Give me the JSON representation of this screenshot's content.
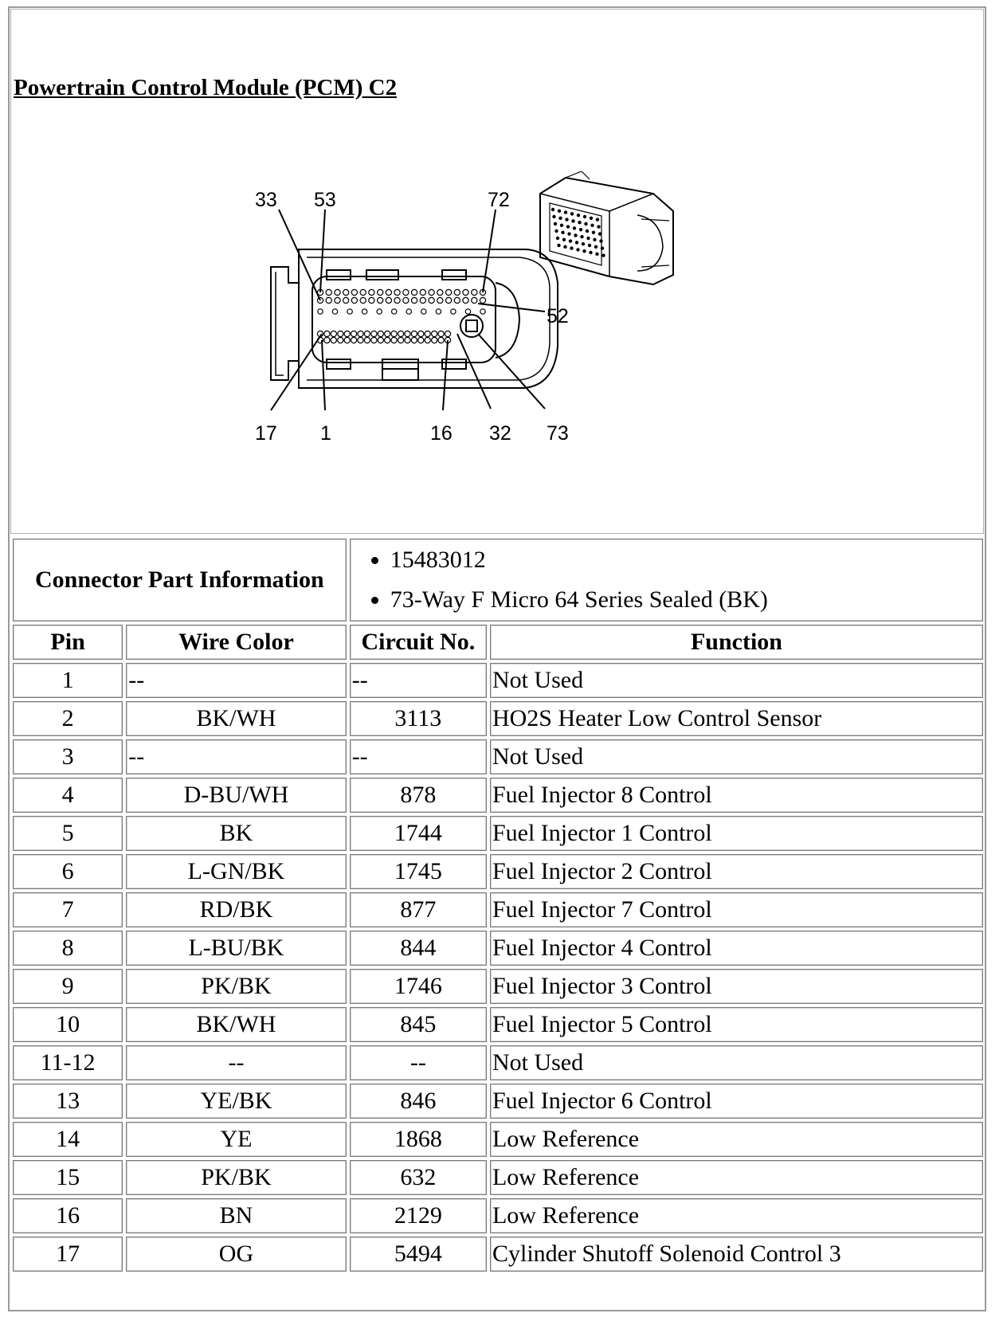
{
  "title": "Powertrain Control Module (PCM) C2",
  "diagram": {
    "callouts_top": [
      "33",
      "53",
      "72"
    ],
    "callout_right": "52",
    "callouts_bottom": [
      "17",
      "1",
      "16",
      "32",
      "73"
    ]
  },
  "connector": {
    "label": "Connector Part Information",
    "items": [
      "15483012",
      "73-Way F Micro 64 Series Sealed (BK)"
    ]
  },
  "columns": [
    "Pin",
    "Wire Color",
    "Circuit No.",
    "Function"
  ],
  "rows": [
    {
      "pin": "1",
      "wire": "--",
      "circuit": "--",
      "function": "Not Used",
      "align": "l"
    },
    {
      "pin": "2",
      "wire": "BK/WH",
      "circuit": "3113",
      "function": "HO2S Heater Low Control Sensor",
      "align": "c"
    },
    {
      "pin": "3",
      "wire": "--",
      "circuit": "--",
      "function": "Not Used",
      "align": "l"
    },
    {
      "pin": "4",
      "wire": "D-BU/WH",
      "circuit": "878",
      "function": "Fuel Injector 8 Control",
      "align": "c"
    },
    {
      "pin": "5",
      "wire": "BK",
      "circuit": "1744",
      "function": "Fuel Injector 1 Control",
      "align": "c"
    },
    {
      "pin": "6",
      "wire": "L-GN/BK",
      "circuit": "1745",
      "function": "Fuel Injector 2 Control",
      "align": "c"
    },
    {
      "pin": "7",
      "wire": "RD/BK",
      "circuit": "877",
      "function": "Fuel Injector 7 Control",
      "align": "c"
    },
    {
      "pin": "8",
      "wire": "L-BU/BK",
      "circuit": "844",
      "function": "Fuel Injector 4 Control",
      "align": "c"
    },
    {
      "pin": "9",
      "wire": "PK/BK",
      "circuit": "1746",
      "function": "Fuel Injector 3 Control",
      "align": "c"
    },
    {
      "pin": "10",
      "wire": "BK/WH",
      "circuit": "845",
      "function": "Fuel Injector 5 Control",
      "align": "c"
    },
    {
      "pin": "11-12",
      "wire": "--",
      "circuit": "--",
      "function": "Not Used",
      "align": "c"
    },
    {
      "pin": "13",
      "wire": "YE/BK",
      "circuit": "846",
      "function": "Fuel Injector 6 Control",
      "align": "c"
    },
    {
      "pin": "14",
      "wire": "YE",
      "circuit": "1868",
      "function": "Low Reference",
      "align": "c"
    },
    {
      "pin": "15",
      "wire": "PK/BK",
      "circuit": "632",
      "function": "Low Reference",
      "align": "c"
    },
    {
      "pin": "16",
      "wire": "BN",
      "circuit": "2129",
      "function": "Low Reference",
      "align": "c"
    },
    {
      "pin": "17",
      "wire": "OG",
      "circuit": "5494",
      "function": "Cylinder Shutoff Solenoid Control 3",
      "align": "c"
    }
  ]
}
